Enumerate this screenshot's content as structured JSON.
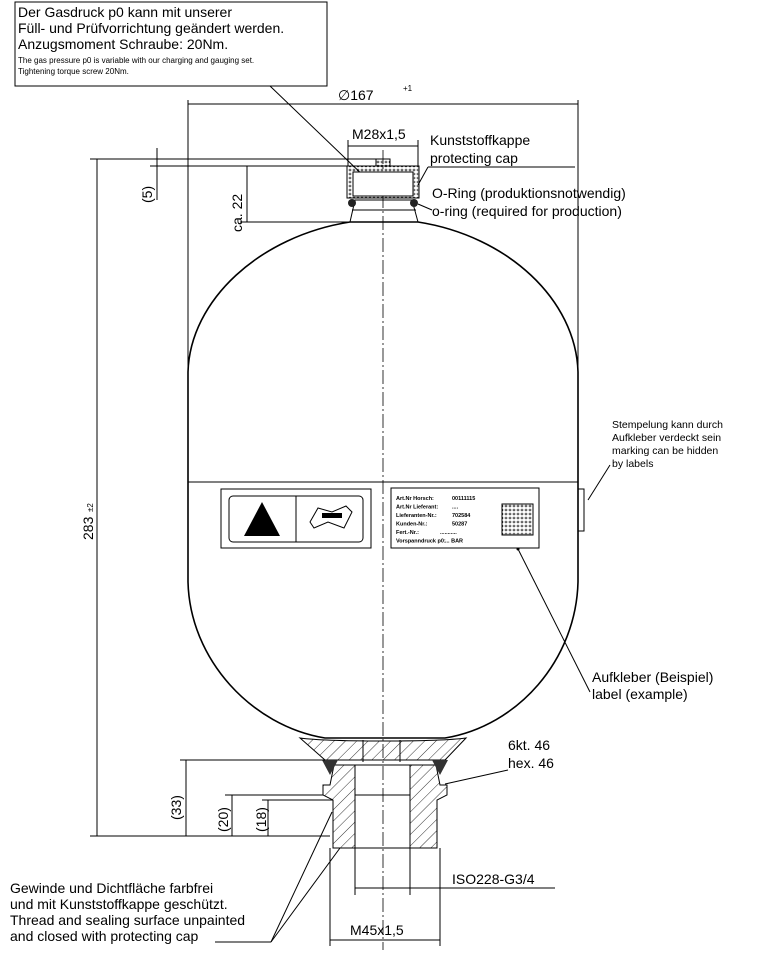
{
  "note_box": {
    "de_line1": "Der Gasdruck p0 kann mit unserer",
    "de_line2": "Füll- und Prüfvorrichtung geändert werden.",
    "de_line3": "Anzugsmoment Schraube: 20Nm.",
    "en_line1": "The gas pressure p0 is variable with our charging and gauging set.",
    "en_line2": "Tightening torque screw 20Nm."
  },
  "dimensions": {
    "diameter": "∅167",
    "diameter_tol": "+1",
    "top_thread": "M28x1,5",
    "height": "283",
    "height_tol": "±2",
    "cap_height": "(5)",
    "neck": "ca. 22",
    "d33": "(33)",
    "d20": "(20)",
    "d18": "(18)",
    "port_thread": "ISO228-G3/4",
    "bottom_thread": "M45x1,5"
  },
  "callouts": {
    "cap_de": "Kunststoffkappe",
    "cap_en": "protecting cap",
    "oring_de": "O-Ring (produktionsnotwendig)",
    "oring_en": "o-ring (required for production)",
    "stamp_1": "Stempelung kann durch",
    "stamp_2": "Aufkleber verdeckt sein",
    "stamp_3": "marking can be hidden",
    "stamp_4": "by labels",
    "label_de": "Aufkleber (Beispiel)",
    "label_en": "label (example)",
    "hex_de": "6kt. 46",
    "hex_en": "hex. 46",
    "thread_1": "Gewinde und Dichtfläche farbfrei",
    "thread_2": "und mit Kunststoffkappe geschützt.",
    "thread_3": "Thread and sealing surface unpainted",
    "thread_4": "and closed with protecting cap"
  },
  "product_label": {
    "rows": [
      {
        "k": "Art.Nr Horsch:",
        "v": "00111115"
      },
      {
        "k": "Art.Nr Lieferant:",
        "v": "...."
      },
      {
        "k": "Lieferanten-Nr.:",
        "v": "702584"
      },
      {
        "k": "Kunden-Nr.:",
        "v": "50287"
      },
      {
        "k": "Fert.-Nr.:",
        "v": "..........."
      },
      {
        "k": "Vorspanndruck p0:",
        "v": "...     BAR"
      }
    ]
  }
}
